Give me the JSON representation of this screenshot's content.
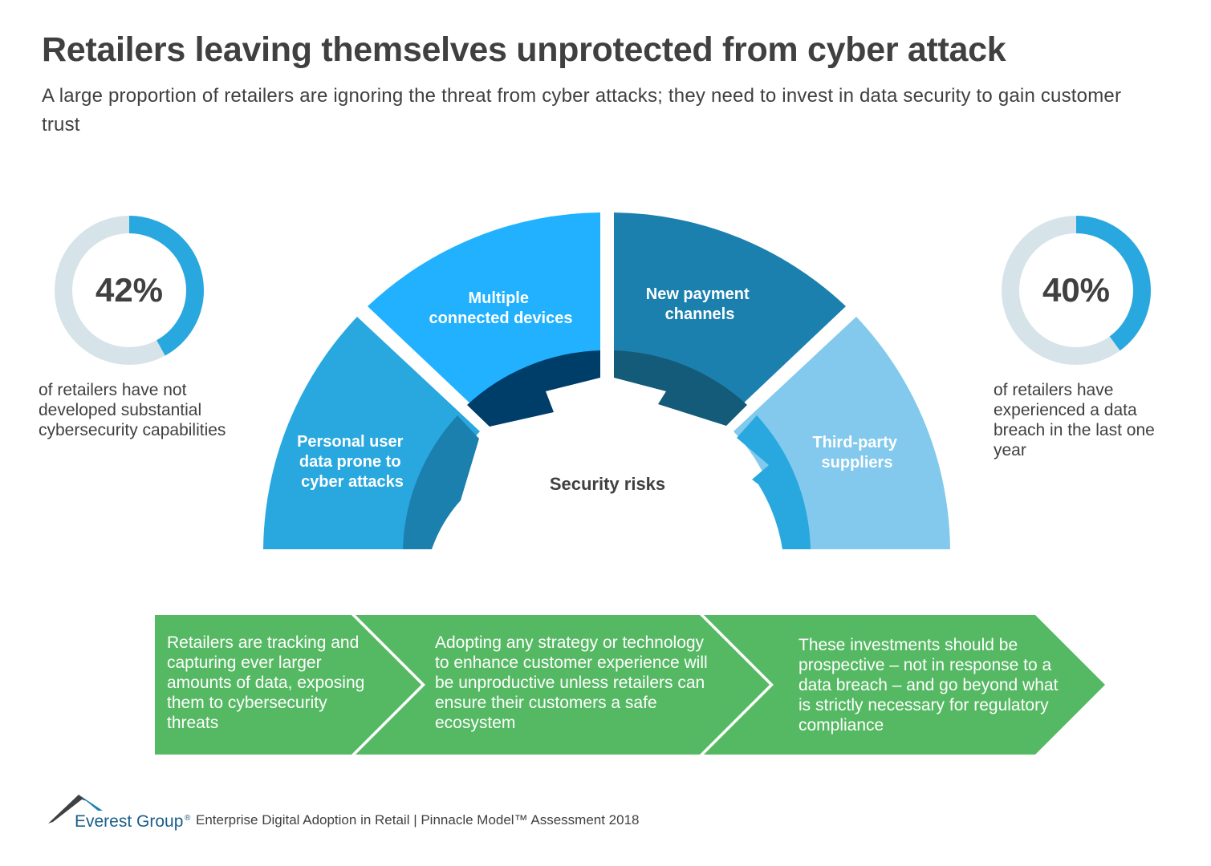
{
  "title": "Retailers leaving themselves unprotected from cyber attack",
  "subtitle": "A large proportion of retailers are ignoring the threat from cyber attacks; they need to invest in data security to gain customer trust",
  "stats": [
    {
      "value": "42%",
      "fraction": 0.42,
      "text": "of retailers have not developed substantial cybersecurity capabilities"
    },
    {
      "value": "40%",
      "fraction": 0.4,
      "text": "of retailers have experienced a data breach in the last one year"
    }
  ],
  "gauge": {
    "center_label": "Security risks",
    "segments": [
      {
        "lines": [
          "Personal user",
          "data prone to",
          "cyber attacks"
        ],
        "color": "#29A8E0"
      },
      {
        "lines": [
          "Multiple",
          "connected devices"
        ],
        "color": "#21B1FF"
      },
      {
        "lines": [
          "New payment",
          "channels"
        ],
        "color": "#1B80AE"
      },
      {
        "lines": [
          "Third-party",
          "suppliers"
        ],
        "color": "#82C9ED"
      }
    ]
  },
  "flow": [
    {
      "text": "Retailers are tracking and capturing ever larger amounts of data, exposing them to cybersecurity threats"
    },
    {
      "text": "Adopting any strategy or technology to enhance customer experience will be unproductive unless retailers can ensure their customers a safe ecosystem"
    },
    {
      "text": "These investments should be prospective – not in response to a data breach – and go beyond what is strictly necessary for regulatory compliance"
    }
  ],
  "footer": {
    "logo_text": "Everest Group",
    "registered_mark": "®",
    "report": "Enterprise Digital Adoption in Retail | Pinnacle Model™ Assessment 2018"
  },
  "colors": {
    "ring_track": "#D6E4EA",
    "ring_fill": "#29A8E0",
    "flow_green": "#55B963",
    "inner_dark_1": "#1B80AE",
    "inner_dark_2": "#003E6A",
    "inner_dark_3": "#135B78",
    "inner_light": "#29A8E0"
  }
}
